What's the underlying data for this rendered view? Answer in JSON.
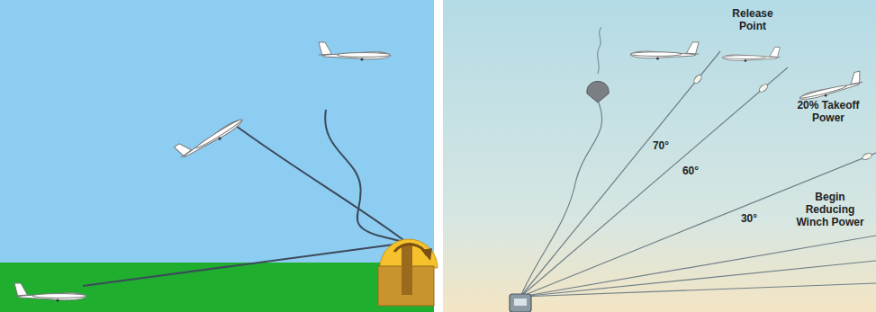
{
  "diagram": {
    "labels": [
      "Release Point",
      "70°",
      "60°",
      "20% Takeoff Power",
      "Begin Reducing Winch Power",
      "30°"
    ]
  }
}
